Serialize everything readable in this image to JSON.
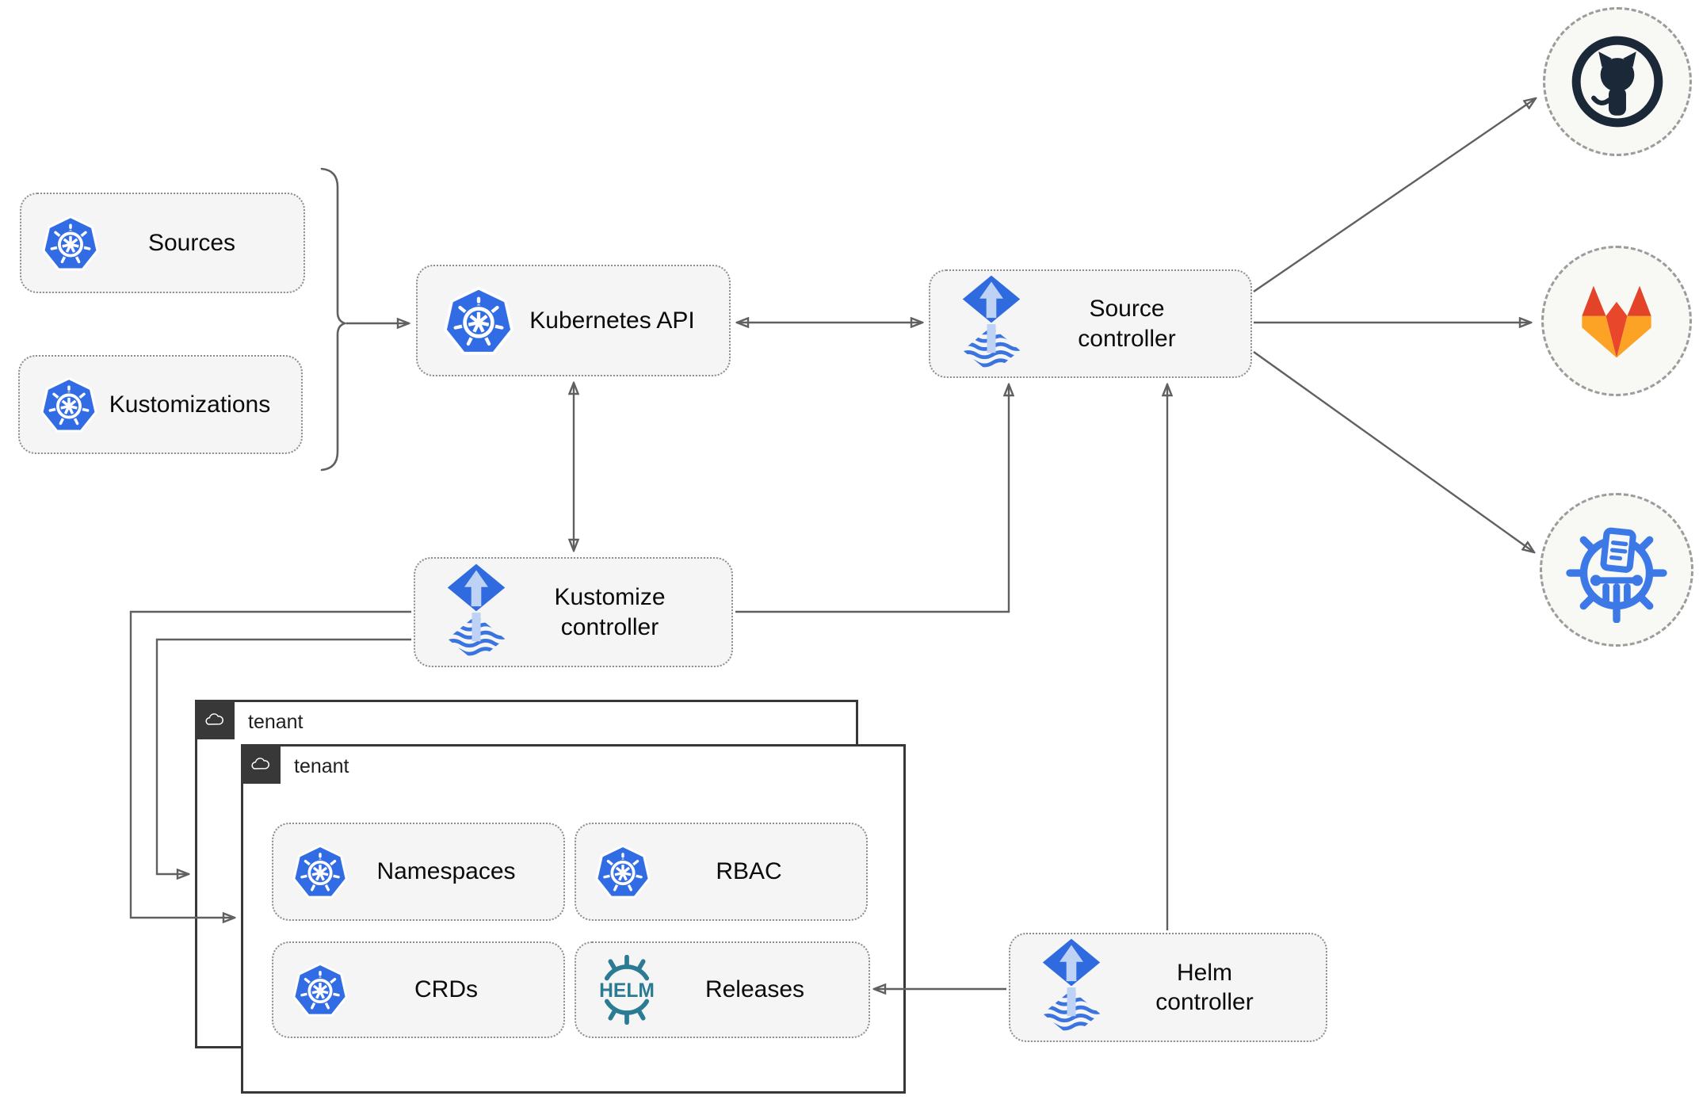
{
  "diagram": "flux-gitops-architecture",
  "nodes": {
    "sources": {
      "label": "Sources",
      "icon": "kubernetes-icon"
    },
    "kustomizations": {
      "label": "Kustomizations",
      "icon": "kubernetes-icon"
    },
    "kubernetes_api": {
      "label": "Kubernetes API",
      "icon": "kubernetes-icon"
    },
    "source_controller": {
      "label": "Source controller",
      "icon": "flux-icon"
    },
    "kustomize_controller": {
      "label": "Kustomize controller",
      "icon": "flux-icon"
    },
    "helm_controller": {
      "label": "Helm controller",
      "icon": "flux-icon"
    },
    "namespaces": {
      "label": "Namespaces",
      "icon": "kubernetes-icon"
    },
    "rbac": {
      "label": "RBAC",
      "icon": "kubernetes-icon"
    },
    "crds": {
      "label": "CRDs",
      "icon": "kubernetes-icon"
    },
    "releases": {
      "label": "Releases",
      "icon": "helm-icon",
      "icon_text": "HELM"
    }
  },
  "tenants": {
    "back": {
      "label": "tenant"
    },
    "front": {
      "label": "tenant"
    }
  },
  "endpoints": {
    "github": {
      "icon": "github-icon"
    },
    "gitlab": {
      "icon": "gitlab-icon"
    },
    "helm_repository": {
      "icon": "helm-repository-icon"
    }
  },
  "edges": [
    {
      "from": "sources/kustomizations",
      "to": "kubernetes_api",
      "style": "arrow"
    },
    {
      "from": "kubernetes_api",
      "to": "source_controller",
      "style": "double-arrow"
    },
    {
      "from": "kubernetes_api",
      "to": "kustomize_controller",
      "style": "double-arrow"
    },
    {
      "from": "kustomize_controller",
      "to": "source_controller",
      "style": "arrow"
    },
    {
      "from": "helm_controller",
      "to": "source_controller",
      "style": "arrow"
    },
    {
      "from": "helm_controller",
      "to": "releases",
      "style": "arrow"
    },
    {
      "from": "kustomize_controller",
      "to": "tenant_front",
      "style": "arrow"
    },
    {
      "from": "kustomize_controller",
      "to": "tenant_back",
      "style": "arrow"
    },
    {
      "from": "source_controller",
      "to": "github",
      "style": "arrow"
    },
    {
      "from": "source_controller",
      "to": "gitlab",
      "style": "arrow"
    },
    {
      "from": "source_controller",
      "to": "helm_repository",
      "style": "arrow"
    }
  ],
  "colors": {
    "kubernetes_blue": "#326ce5",
    "flux_blue": "#2f6bdf",
    "flux_arrow_light": "#bdd2f4",
    "helm_teal": "#2a7b93",
    "github_dark": "#1b2838",
    "gitlab_red": "#e24329",
    "gitlab_amber": "#fca326",
    "registry_blue": "#3c79e6",
    "node_fill": "#f5f5f5",
    "line_gray": "#606060",
    "tenant_dark": "#383838"
  }
}
